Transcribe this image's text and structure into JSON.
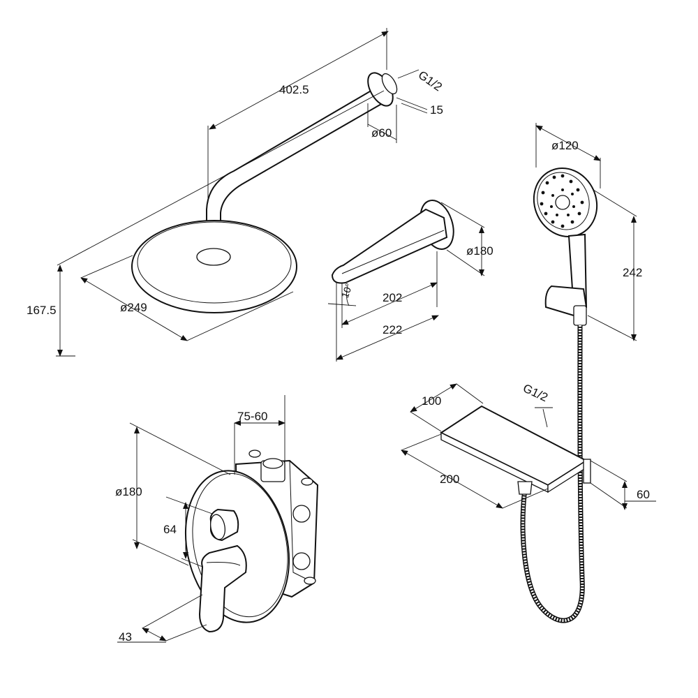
{
  "dimensions": {
    "arm_length": "402.5",
    "thread_top": "G1/2",
    "flange_depth": "15",
    "flange_dia": "ø60",
    "head_height": "167.5",
    "head_dia": "ø249",
    "spout_flange_dia": "ø180",
    "spout_angle": "10°",
    "spout_inner_length": "202",
    "spout_total_length": "222",
    "hand_dia": "ø120",
    "hand_height": "242",
    "mixer_depth": "75-60",
    "mixer_dia": "ø180",
    "mixer_handle": "64",
    "mixer_lever": "43",
    "shelf_depth": "100",
    "shelf_thread": "G1/2",
    "shelf_width": "200",
    "shelf_height": "60"
  }
}
